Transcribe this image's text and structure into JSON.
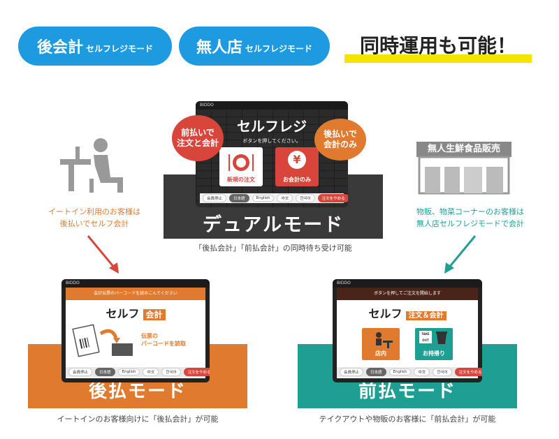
{
  "header": {
    "pill_left": {
      "main": "後会計",
      "sub": "セルフレジモード"
    },
    "pill_middle": {
      "main": "無人店",
      "sub": "セルフレジモード"
    },
    "headline": "同時運用も可能！"
  },
  "dual": {
    "screen": {
      "brand": "BIDDO",
      "title": "セルフレジ",
      "instruction": "ボタンを押してください。",
      "btn_new_order": "新規の注文",
      "btn_checkout": "お会計のみ",
      "yen_symbol": "¥",
      "lang": [
        "日本語",
        "English",
        "中文",
        "한국어"
      ],
      "back": "会員停止",
      "stop": "注文をやめる"
    },
    "bubble_left": "前払いで\n注文と会計",
    "bubble_right": "後払いで\n会計のみ",
    "mode_label": "デュアルモード",
    "caption": "「後払会計」「前払会計」の同時待ち受け可能"
  },
  "left_side": {
    "caption": "イートイン利用のお客様は\n後払いでセルフ会計"
  },
  "right_side": {
    "store_sign": "無人生鮮食品販売",
    "caption": "物販、物菜コーナーのお客様は\n無人店セルフレジモードで会計"
  },
  "atobarai": {
    "screen": {
      "brand": "BIDDO",
      "banner": "会計伝票のバーコードを読みこんでください",
      "title_a": "セルフ",
      "title_b": "会計",
      "instruction": "伝票の\nバーコードを読取",
      "lang": [
        "日本語",
        "English",
        "中文",
        "한국어"
      ],
      "back": "会員停止",
      "stop": "注文をやめる"
    },
    "mode_label": "後払モード",
    "caption": "イートインのお客様向けに「後払会計」が可能"
  },
  "maebarai": {
    "screen": {
      "brand": "BIDDO",
      "banner": "ボタンを押してご注文を開始します",
      "title_a": "セルフ",
      "title_b": "注文＆会計",
      "btn_eat_in": "店内",
      "btn_takeout": "お持帰り",
      "takeout_tag": "TAKE OUT",
      "lang": [
        "日本語",
        "English",
        "中文",
        "한국어"
      ],
      "back": "会員停止",
      "stop": "注文をやめる"
    },
    "mode_label": "前払モード",
    "caption": "テイクアウトや物販のお客様に「前払会計」が可能"
  },
  "colors": {
    "blue": "#1e9be0",
    "yellow": "#f5e400",
    "orange": "#e07a2e",
    "teal": "#1f9f94",
    "red": "#d8463b",
    "dark": "#3a3a3a"
  }
}
